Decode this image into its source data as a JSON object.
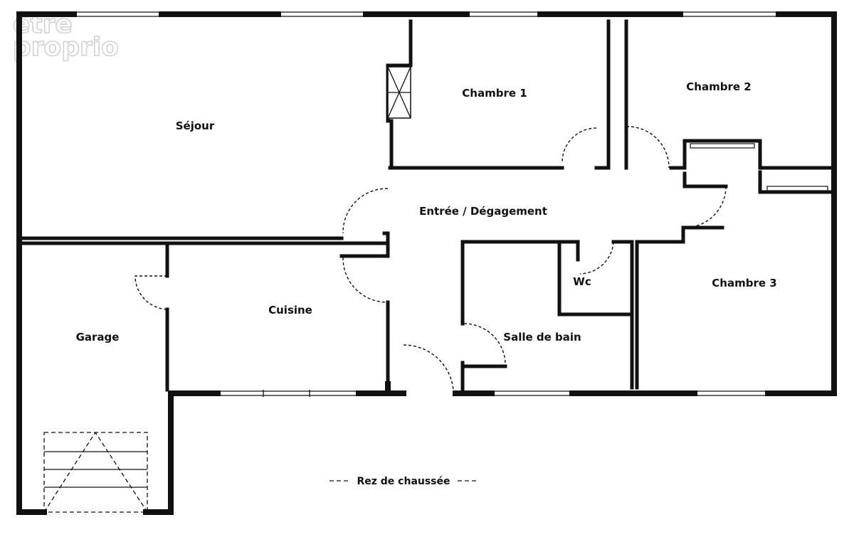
{
  "logo": {
    "line1": "être",
    "line2": "proprio"
  },
  "rooms": {
    "sejour": "Séjour",
    "chambre1": "Chambre 1",
    "chambre2": "Chambre 2",
    "chambre3": "Chambre 3",
    "entree": "Entrée / Dégagement",
    "cuisine": "Cuisine",
    "garage": "Garage",
    "wc": "Wc",
    "salle_de_bain": "Salle de bain"
  },
  "caption": "Rez de chaussée"
}
